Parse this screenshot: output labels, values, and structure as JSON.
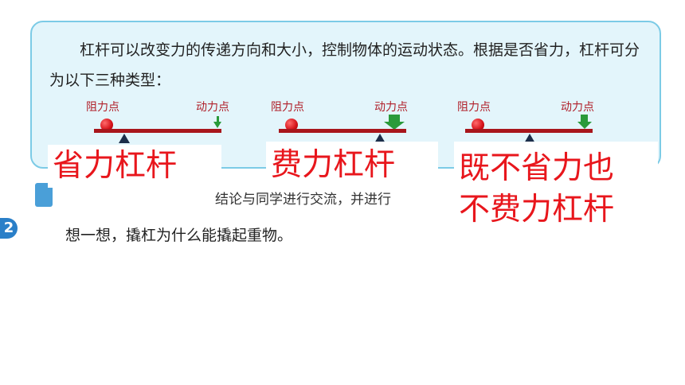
{
  "intro": {
    "text": "杠杆可以改变力的传递方向和大小，控制物体的运动状态。根据是否省力，杠杆可分为以下三种类型："
  },
  "levers": [
    {
      "resistance_label": "阻力点",
      "effort_label": "动力点",
      "caption": "省力杠杆",
      "caption_line2": ""
    },
    {
      "resistance_label": "阻力点",
      "effort_label": "动力点",
      "caption": "费力杠杆",
      "caption_line2": ""
    },
    {
      "resistance_label": "阻力点",
      "effort_label": "动力点",
      "caption": "既不省力也",
      "caption_line2": "不费力杠杆"
    }
  ],
  "discussion": {
    "text": "结论与同学进行交流，并进行",
    "item_number": "2",
    "question": "想一想，撬杠为什么能撬起重物。"
  },
  "colors": {
    "panel_bg": "#e3f5fb",
    "panel_border": "#7ccbe6",
    "caption_red": "#e8161c",
    "lever_bar": "#a8161c",
    "effort_arrow": "#2a9a3a"
  }
}
